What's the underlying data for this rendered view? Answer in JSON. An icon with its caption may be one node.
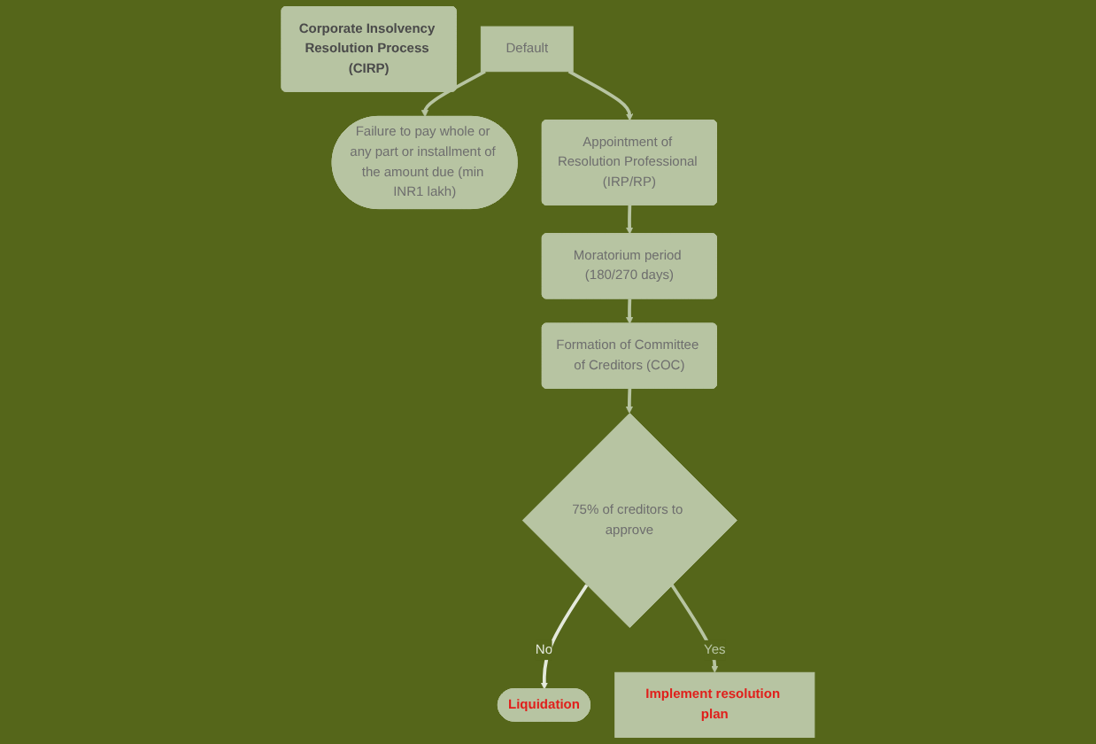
{
  "diagram": {
    "nodes": [
      {
        "text": [
          "Corporate Insolvency Resolution Process (CIRP)"
        ]
      },
      {
        "text": [
          "Default"
        ]
      },
      {
        "text": [
          "Failure to pay whole or any part or installment of the amount due (min INR1 lakh)"
        ]
      },
      {
        "text": [
          "Appointment of Resolution Professional (IRP/RP)"
        ]
      },
      {
        "text": [
          "Moratorium period (180/270 days)"
        ]
      },
      {
        "text": [
          "Formation of Committee of Creditors (COC)"
        ]
      },
      {
        "text": [
          "75% of creditors to approve"
        ]
      },
      {
        "text": [
          "Liquidation"
        ]
      },
      {
        "text": [
          "Implement resolution plan"
        ]
      }
    ],
    "edges": [
      {
        "from": 1,
        "to": 2,
        "arrow": "to"
      },
      {
        "from": 1,
        "to": 3,
        "arrow": "to"
      },
      {
        "from": 3,
        "to": 4,
        "arrow": "to"
      },
      {
        "from": 4,
        "to": 5,
        "arrow": "to"
      },
      {
        "from": 5,
        "to": 6,
        "arrow": "to"
      },
      {
        "from": 6,
        "to": 7,
        "arrow": "to",
        "label": "No",
        "color": "#e4e9dc"
      },
      {
        "from": 6,
        "to": 8,
        "arrow": "to",
        "label": "Yes"
      }
    ]
  }
}
